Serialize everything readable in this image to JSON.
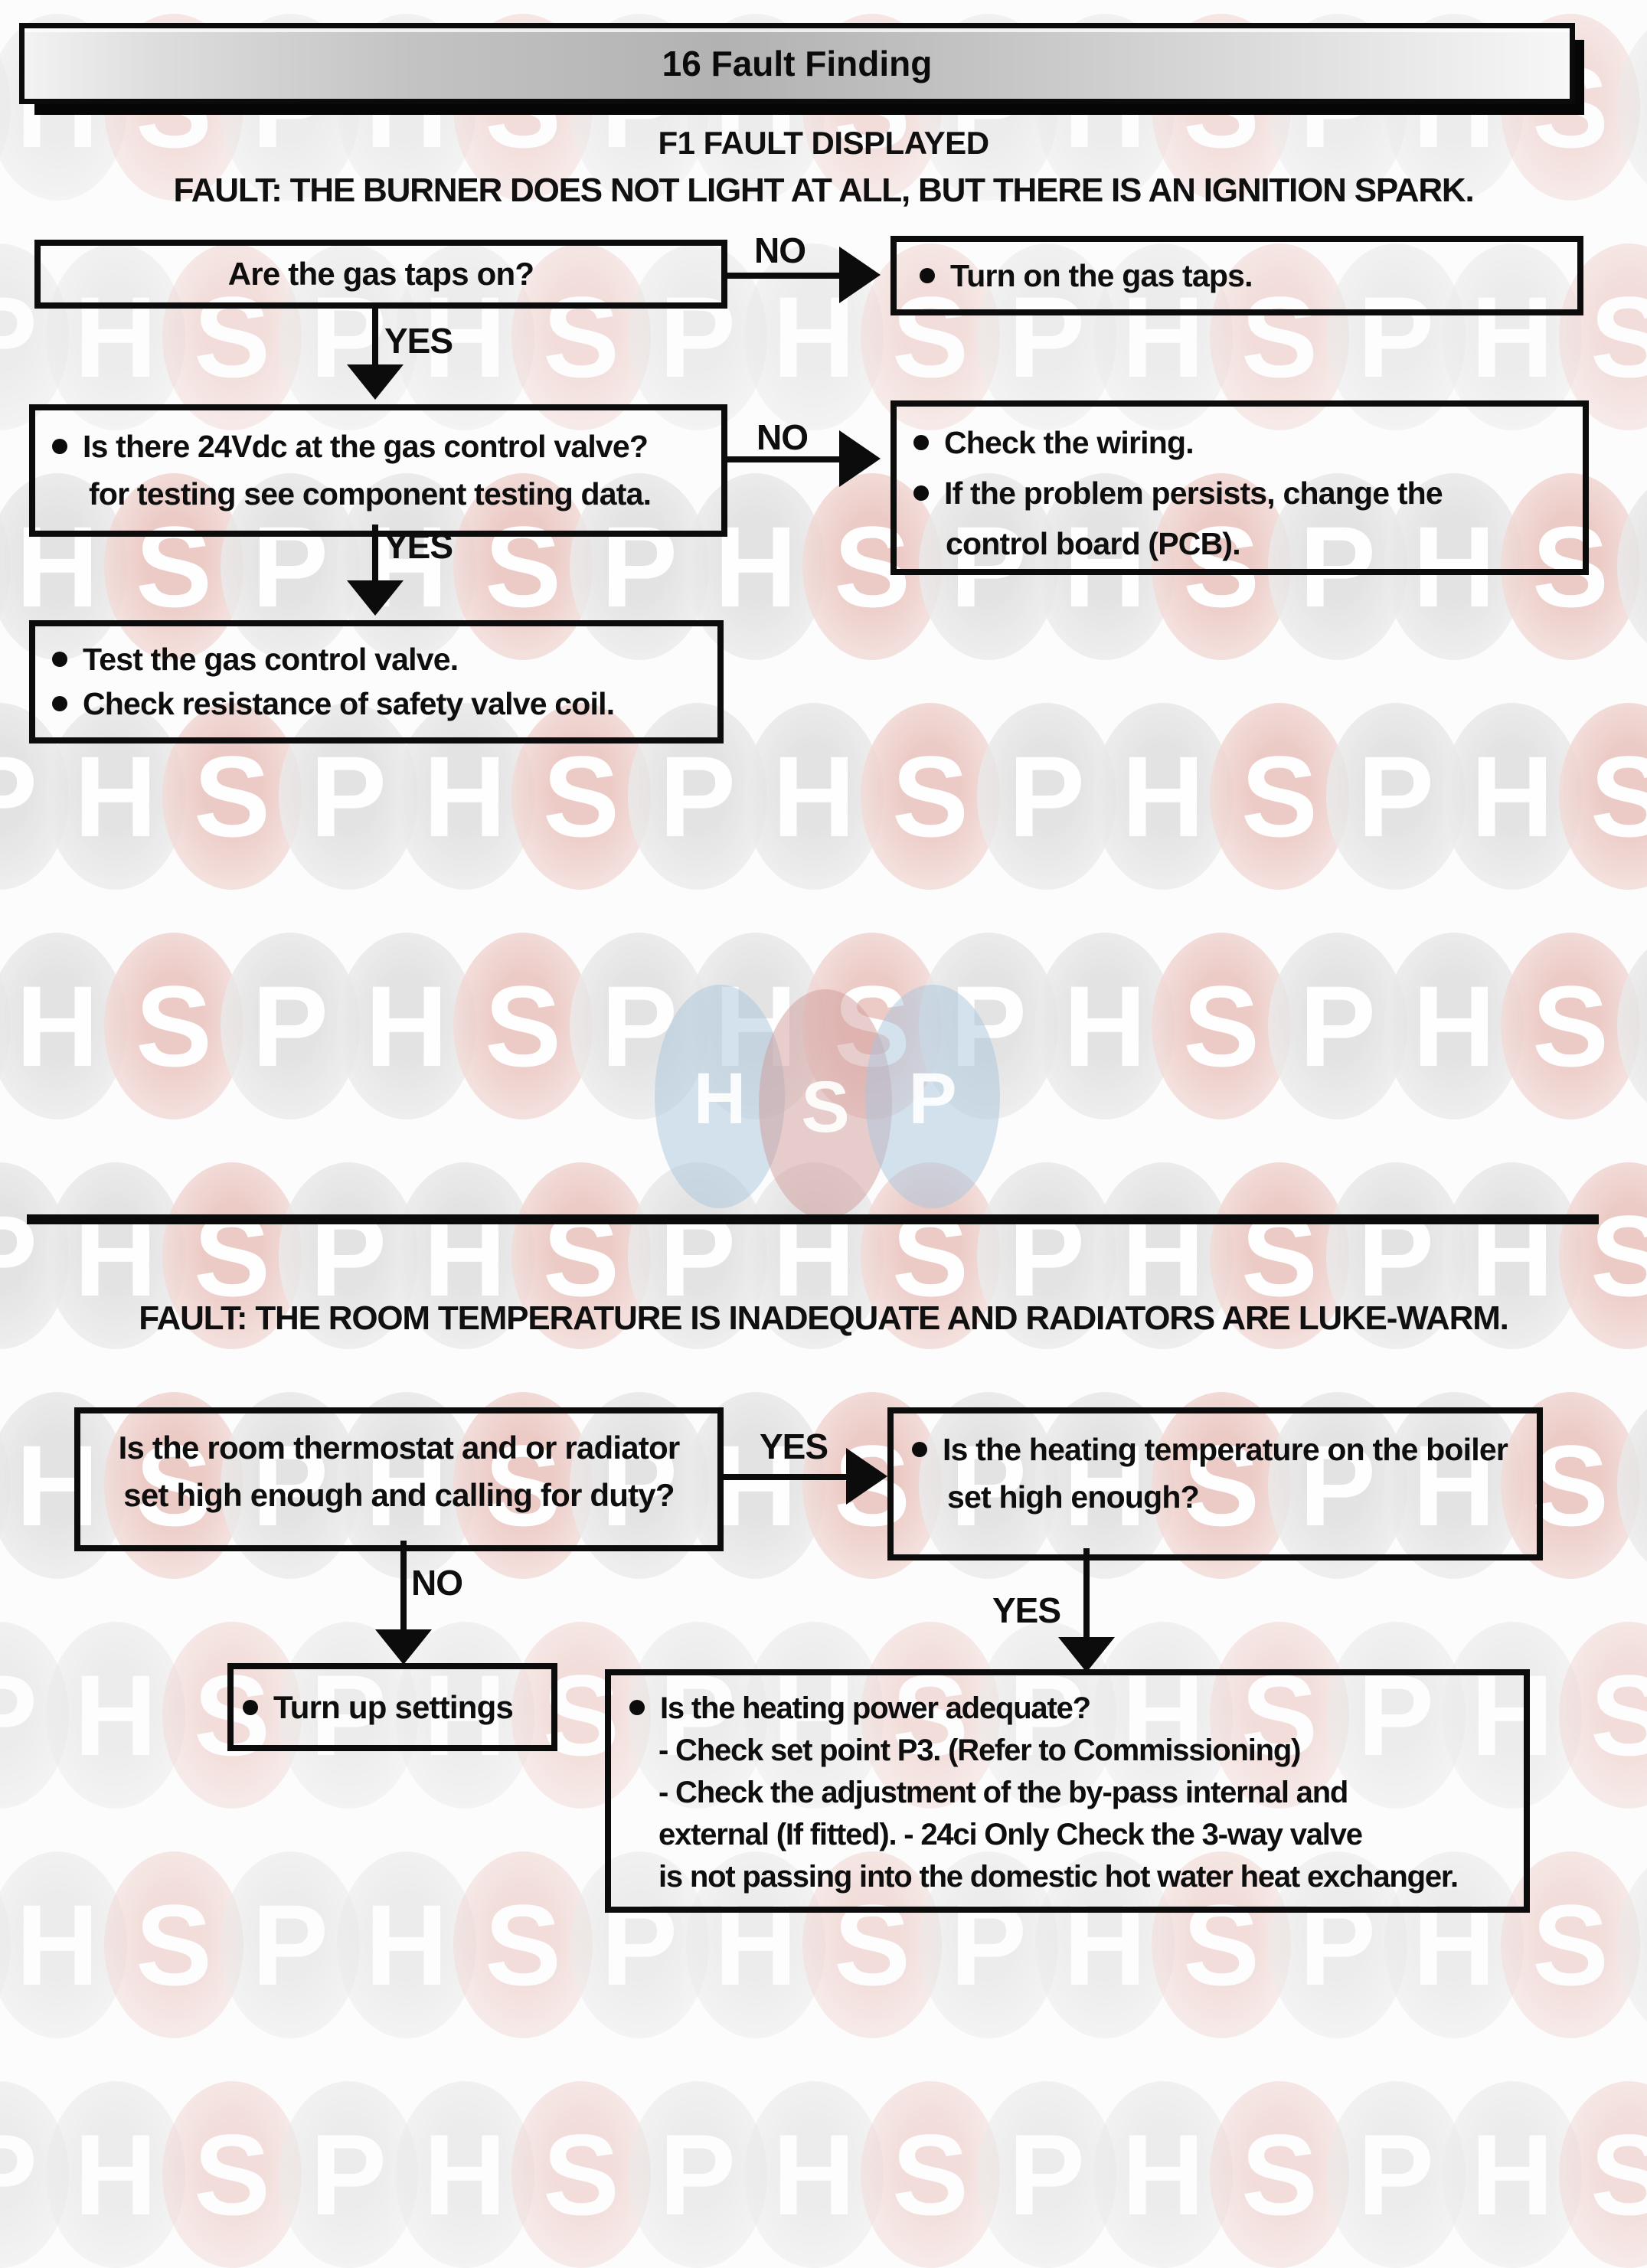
{
  "header": {
    "title": "16 Fault Finding"
  },
  "section1": {
    "subtitle": "F1 FAULT DISPLAYED",
    "fault_heading": "FAULT: THE BURNER DOES NOT LIGHT AT ALL, BUT THERE IS AN IGNITION SPARK.",
    "box_gas_taps": {
      "question": "Are the gas taps on?"
    },
    "label_no_1": "NO",
    "box_turn_on": {
      "item": "Turn on the gas taps."
    },
    "label_yes_1": "YES",
    "box_24vdc": {
      "line1": "Is there 24Vdc at the gas control valve?",
      "line2": "for testing see component testing data."
    },
    "label_no_2": "NO",
    "box_check_wiring": {
      "item1": "Check the wiring.",
      "item2": "If the problem persists, change the",
      "item2b": "control board (PCB)."
    },
    "label_yes_2": "YES",
    "box_test_valve": {
      "item1": "Test the gas control valve.",
      "item2": "Check resistance of safety valve coil."
    }
  },
  "section2": {
    "fault_heading": "FAULT: THE ROOM TEMPERATURE IS INADEQUATE AND RADIATORS ARE LUKE-WARM.",
    "box_thermostat": {
      "line1": "Is the room thermostat and or radiator",
      "line2": "set high enough and calling for duty?"
    },
    "label_yes_1": "YES",
    "box_boiler_temp": {
      "line1": "Is the heating temperature on the boiler",
      "line2": "set high enough?"
    },
    "label_no_1": "NO",
    "box_turn_up": {
      "item": "Turn up settings"
    },
    "label_yes_2": "YES",
    "box_heating_power": {
      "line1": "Is the heating power adequate?",
      "line2": "- Check set point P3. (Refer to Commissioning)",
      "line3": "- Check the adjustment of the by-pass internal and",
      "line4_pre": "external (If fitted). - ",
      "line4_bold": "24ci Only",
      "line4_post": " Check the 3-way valve",
      "line5": "is not passing into the domestic hot water heat exchanger."
    }
  },
  "watermark": {
    "letters": [
      "H",
      "S",
      "P"
    ],
    "gray": "#e6e6e6",
    "pink": "#e9c0ba",
    "logo_blue": "#aac6dd",
    "logo_red": "#d09c9a"
  }
}
